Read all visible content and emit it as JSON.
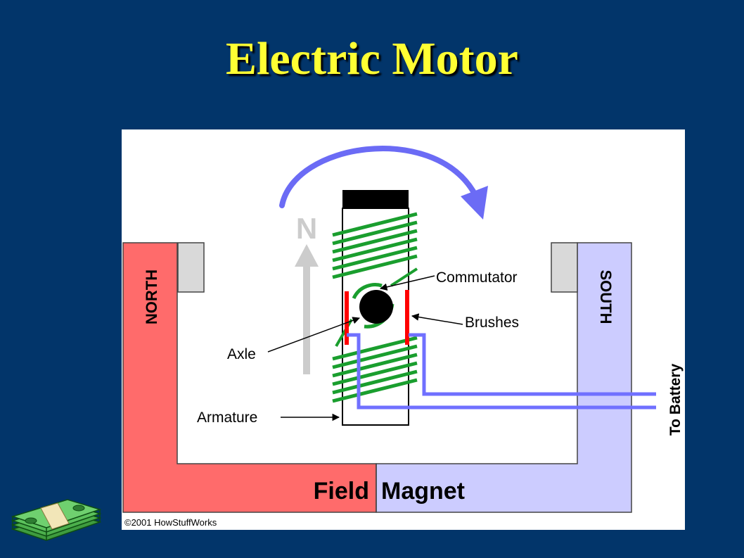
{
  "slide": {
    "title": "Electric Motor"
  },
  "diagram": {
    "labels": {
      "north": "NORTH",
      "south": "SOUTH",
      "n_pole": "N",
      "commutator": "Commutator",
      "brushes": "Brushes",
      "axle": "Axle",
      "armature": "Armature",
      "to_battery": "To Battery",
      "field": "Field",
      "magnet": "Magnet",
      "copyright": "©2001 HowStuffWorks"
    },
    "colors": {
      "north_magnet": "#ff6b6b",
      "south_magnet": "#ccccff",
      "coil": "#1a9e2e",
      "wire": "#7070ff",
      "rotation_arrow": "#6b6bf5",
      "brush": "#ff0000",
      "title": "#ffff33",
      "background": "#02356a"
    },
    "icons": [
      "rotation-arrow-icon",
      "up-arrow-icon",
      "money-stack-icon"
    ]
  }
}
